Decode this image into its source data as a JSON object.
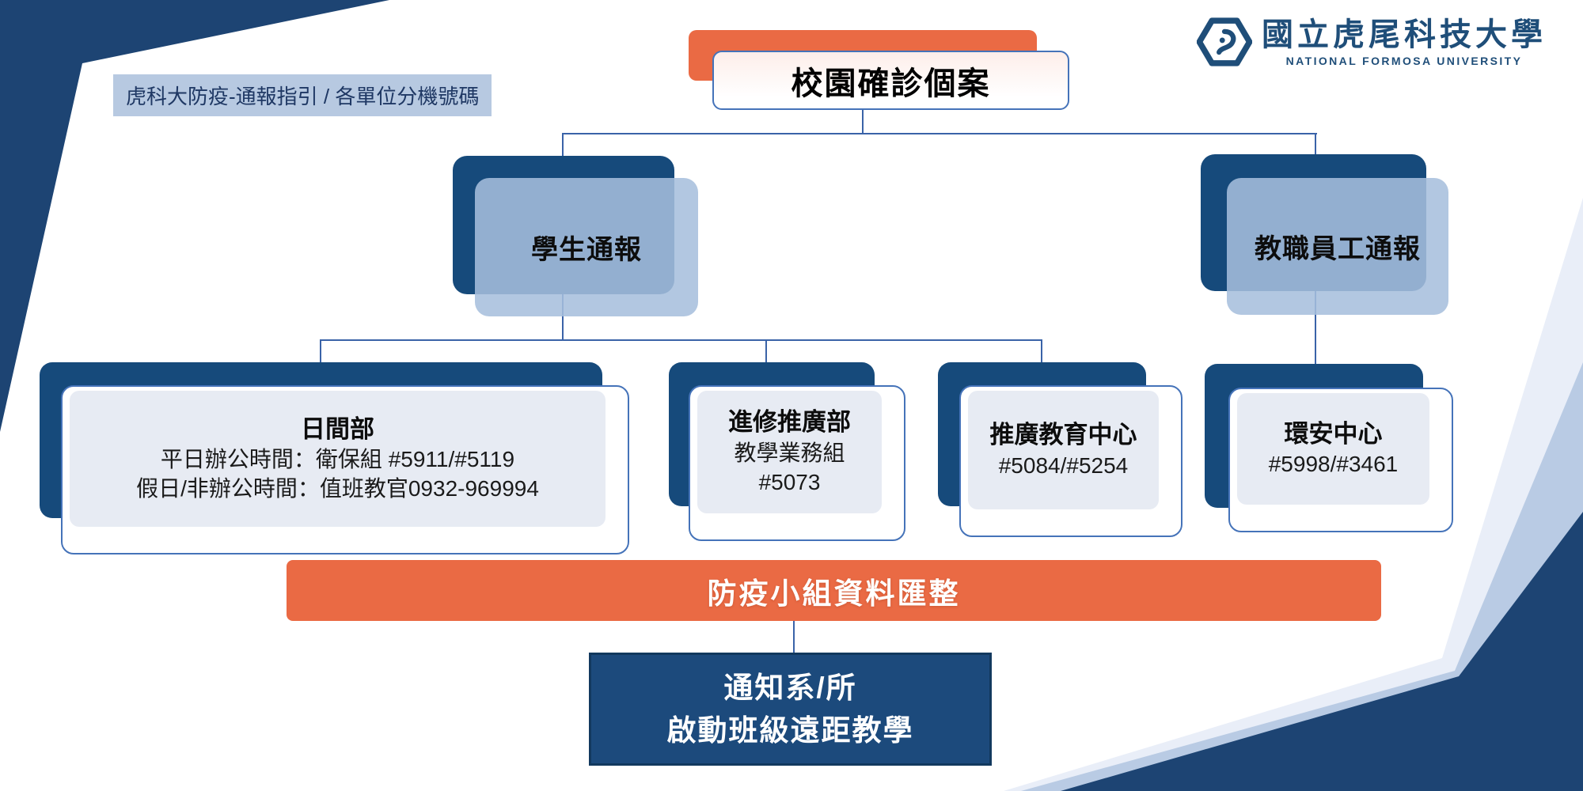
{
  "header": {
    "tag_label": "虎科大防疫-通報指引 / 各單位分機號碼"
  },
  "logo": {
    "university_zh": "國立虎尾科技大學",
    "university_en": "NATIONAL FORMOSA UNIVERSITY"
  },
  "colors": {
    "corner_navy": "#1d4473",
    "box_navy": "#164a7b",
    "accent_orange": "#ea6a44",
    "overlay_light_blue": "#a6bfdc",
    "panel_light": "#e7ebf3",
    "border_blue": "#4573b9",
    "connector_blue": "#3a63a8",
    "tag_background": "#b7c9e1",
    "logo_navy": "#1f4e79"
  },
  "flowchart": {
    "root": {
      "label": "校園確診個案"
    },
    "student_branch": {
      "label": "學生通報"
    },
    "staff_branch": {
      "label": "教職員工通報"
    },
    "units": [
      {
        "title": "日間部",
        "lines": [
          "平日辦公時間：衛保組 #5911/#5119",
          "假日/非辦公時間：值班教官0932-969994"
        ]
      },
      {
        "title": "進修推廣部",
        "lines": [
          "教學業務組",
          "#5073"
        ]
      },
      {
        "title": "推廣教育中心",
        "lines": [
          "#5084/#5254"
        ]
      },
      {
        "title": "環安中心",
        "lines": [
          "#5998/#3461"
        ]
      }
    ],
    "aggregation": {
      "label": "防疫小組資料匯整"
    },
    "final": {
      "line1": "通知系/所",
      "line2": "啟動班級遠距教學"
    }
  }
}
